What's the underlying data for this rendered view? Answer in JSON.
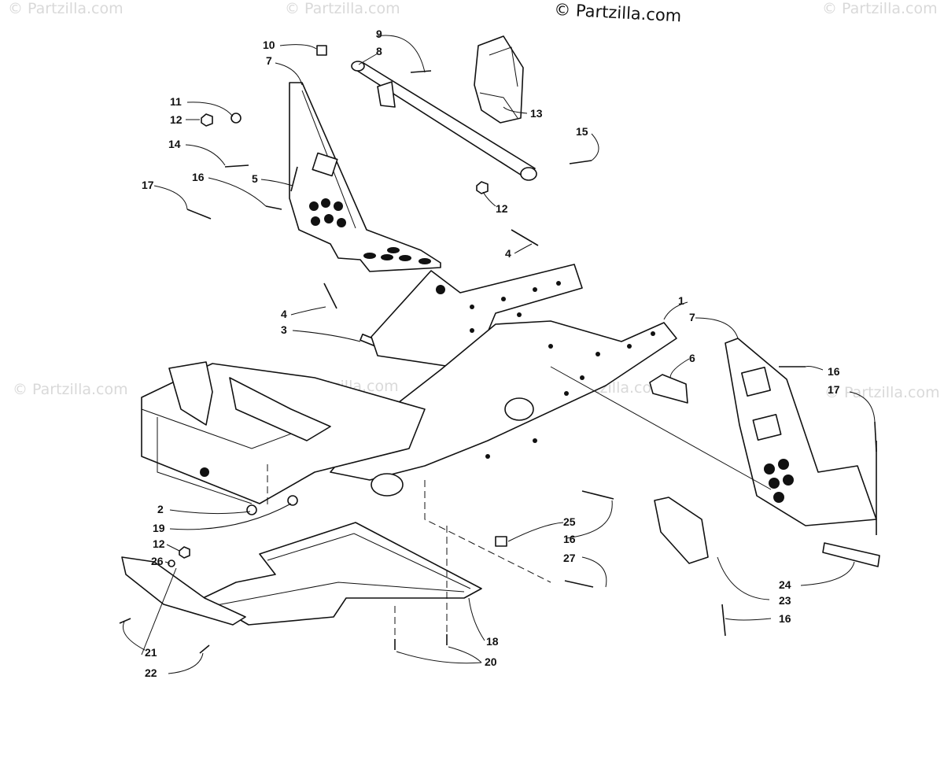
{
  "watermarks": [
    "© Partzilla.com",
    "© Partzilla.com",
    "© Partzilla.com",
    "© Partzilla.com",
    "© Partzilla.com",
    "© Partzilla.com",
    "© Partzilla.com"
  ],
  "brand": "© Partzilla.com",
  "callouts": [
    {
      "id": "c9",
      "label": "9"
    },
    {
      "id": "c8",
      "label": "8"
    },
    {
      "id": "c10",
      "label": "10"
    },
    {
      "id": "c7a",
      "label": "7"
    },
    {
      "id": "c11",
      "label": "11"
    },
    {
      "id": "c12a",
      "label": "12"
    },
    {
      "id": "c13",
      "label": "13"
    },
    {
      "id": "c15",
      "label": "15"
    },
    {
      "id": "c14",
      "label": "14"
    },
    {
      "id": "c16a",
      "label": "16"
    },
    {
      "id": "c5",
      "label": "5"
    },
    {
      "id": "c17a",
      "label": "17"
    },
    {
      "id": "c12b",
      "label": "12"
    },
    {
      "id": "c4a",
      "label": "4"
    },
    {
      "id": "c4b",
      "label": "4"
    },
    {
      "id": "c3",
      "label": "3"
    },
    {
      "id": "c1",
      "label": "1"
    },
    {
      "id": "c7b",
      "label": "7"
    },
    {
      "id": "c6",
      "label": "6"
    },
    {
      "id": "c16b",
      "label": "16"
    },
    {
      "id": "c17b",
      "label": "17"
    },
    {
      "id": "c2",
      "label": "2"
    },
    {
      "id": "c19",
      "label": "19"
    },
    {
      "id": "c12c",
      "label": "12"
    },
    {
      "id": "c26",
      "label": "26"
    },
    {
      "id": "c25",
      "label": "25"
    },
    {
      "id": "c16c",
      "label": "16"
    },
    {
      "id": "c27",
      "label": "27"
    },
    {
      "id": "c24",
      "label": "24"
    },
    {
      "id": "c23",
      "label": "23"
    },
    {
      "id": "c16d",
      "label": "16"
    },
    {
      "id": "c18",
      "label": "18"
    },
    {
      "id": "c21",
      "label": "21"
    },
    {
      "id": "c22",
      "label": "22"
    },
    {
      "id": "c20",
      "label": "20"
    }
  ]
}
